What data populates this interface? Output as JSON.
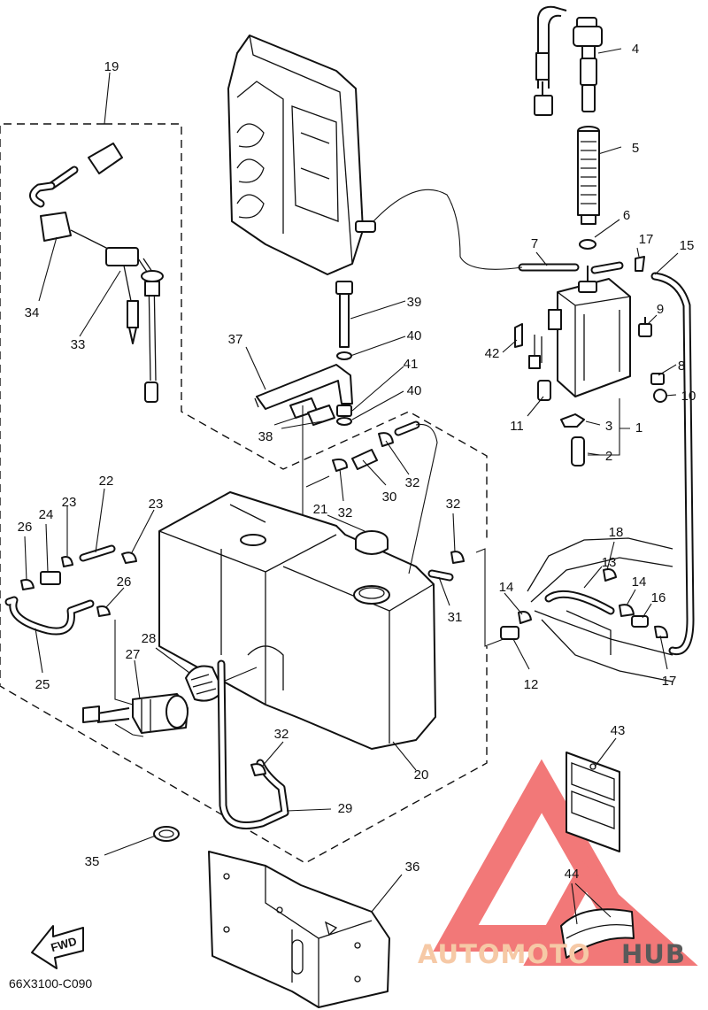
{
  "diagram": {
    "code": "66X3100-C090",
    "fwd_label": "FWD",
    "callouts": [
      {
        "id": "1",
        "label": "1"
      },
      {
        "id": "2",
        "label": "2"
      },
      {
        "id": "3",
        "label": "3"
      },
      {
        "id": "4",
        "label": "4"
      },
      {
        "id": "5",
        "label": "5"
      },
      {
        "id": "6",
        "label": "6"
      },
      {
        "id": "7",
        "label": "7"
      },
      {
        "id": "8",
        "label": "8"
      },
      {
        "id": "9",
        "label": "9"
      },
      {
        "id": "10",
        "label": "10"
      },
      {
        "id": "11",
        "label": "11"
      },
      {
        "id": "12",
        "label": "12"
      },
      {
        "id": "13",
        "label": "13"
      },
      {
        "id": "14a",
        "label": "14"
      },
      {
        "id": "14b",
        "label": "14"
      },
      {
        "id": "15",
        "label": "15"
      },
      {
        "id": "16",
        "label": "16"
      },
      {
        "id": "17a",
        "label": "17"
      },
      {
        "id": "17b",
        "label": "17"
      },
      {
        "id": "18",
        "label": "18"
      },
      {
        "id": "19",
        "label": "19"
      },
      {
        "id": "20",
        "label": "20"
      },
      {
        "id": "21",
        "label": "21"
      },
      {
        "id": "22",
        "label": "22"
      },
      {
        "id": "23a",
        "label": "23"
      },
      {
        "id": "23b",
        "label": "23"
      },
      {
        "id": "24",
        "label": "24"
      },
      {
        "id": "25",
        "label": "25"
      },
      {
        "id": "26a",
        "label": "26"
      },
      {
        "id": "26b",
        "label": "26"
      },
      {
        "id": "27",
        "label": "27"
      },
      {
        "id": "28",
        "label": "28"
      },
      {
        "id": "29",
        "label": "29"
      },
      {
        "id": "30",
        "label": "30"
      },
      {
        "id": "31",
        "label": "31"
      },
      {
        "id": "32a",
        "label": "32"
      },
      {
        "id": "32b",
        "label": "32"
      },
      {
        "id": "32c",
        "label": "32"
      },
      {
        "id": "32d",
        "label": "32"
      },
      {
        "id": "32e",
        "label": "32"
      },
      {
        "id": "33",
        "label": "33"
      },
      {
        "id": "34",
        "label": "34"
      },
      {
        "id": "35",
        "label": "35"
      },
      {
        "id": "36",
        "label": "36"
      },
      {
        "id": "37",
        "label": "37"
      },
      {
        "id": "38",
        "label": "38"
      },
      {
        "id": "39",
        "label": "39"
      },
      {
        "id": "40a",
        "label": "40"
      },
      {
        "id": "40b",
        "label": "40"
      },
      {
        "id": "41",
        "label": "41"
      },
      {
        "id": "42",
        "label": "42"
      },
      {
        "id": "43",
        "label": "43"
      },
      {
        "id": "44",
        "label": "44"
      }
    ]
  },
  "watermark": {
    "text_part1": "AUTOMOTO",
    "text_part2": "HUB",
    "color_light": "#f6c9a6",
    "color_dark": "#5a5a5a",
    "logo_color": "#ee4b4b"
  }
}
